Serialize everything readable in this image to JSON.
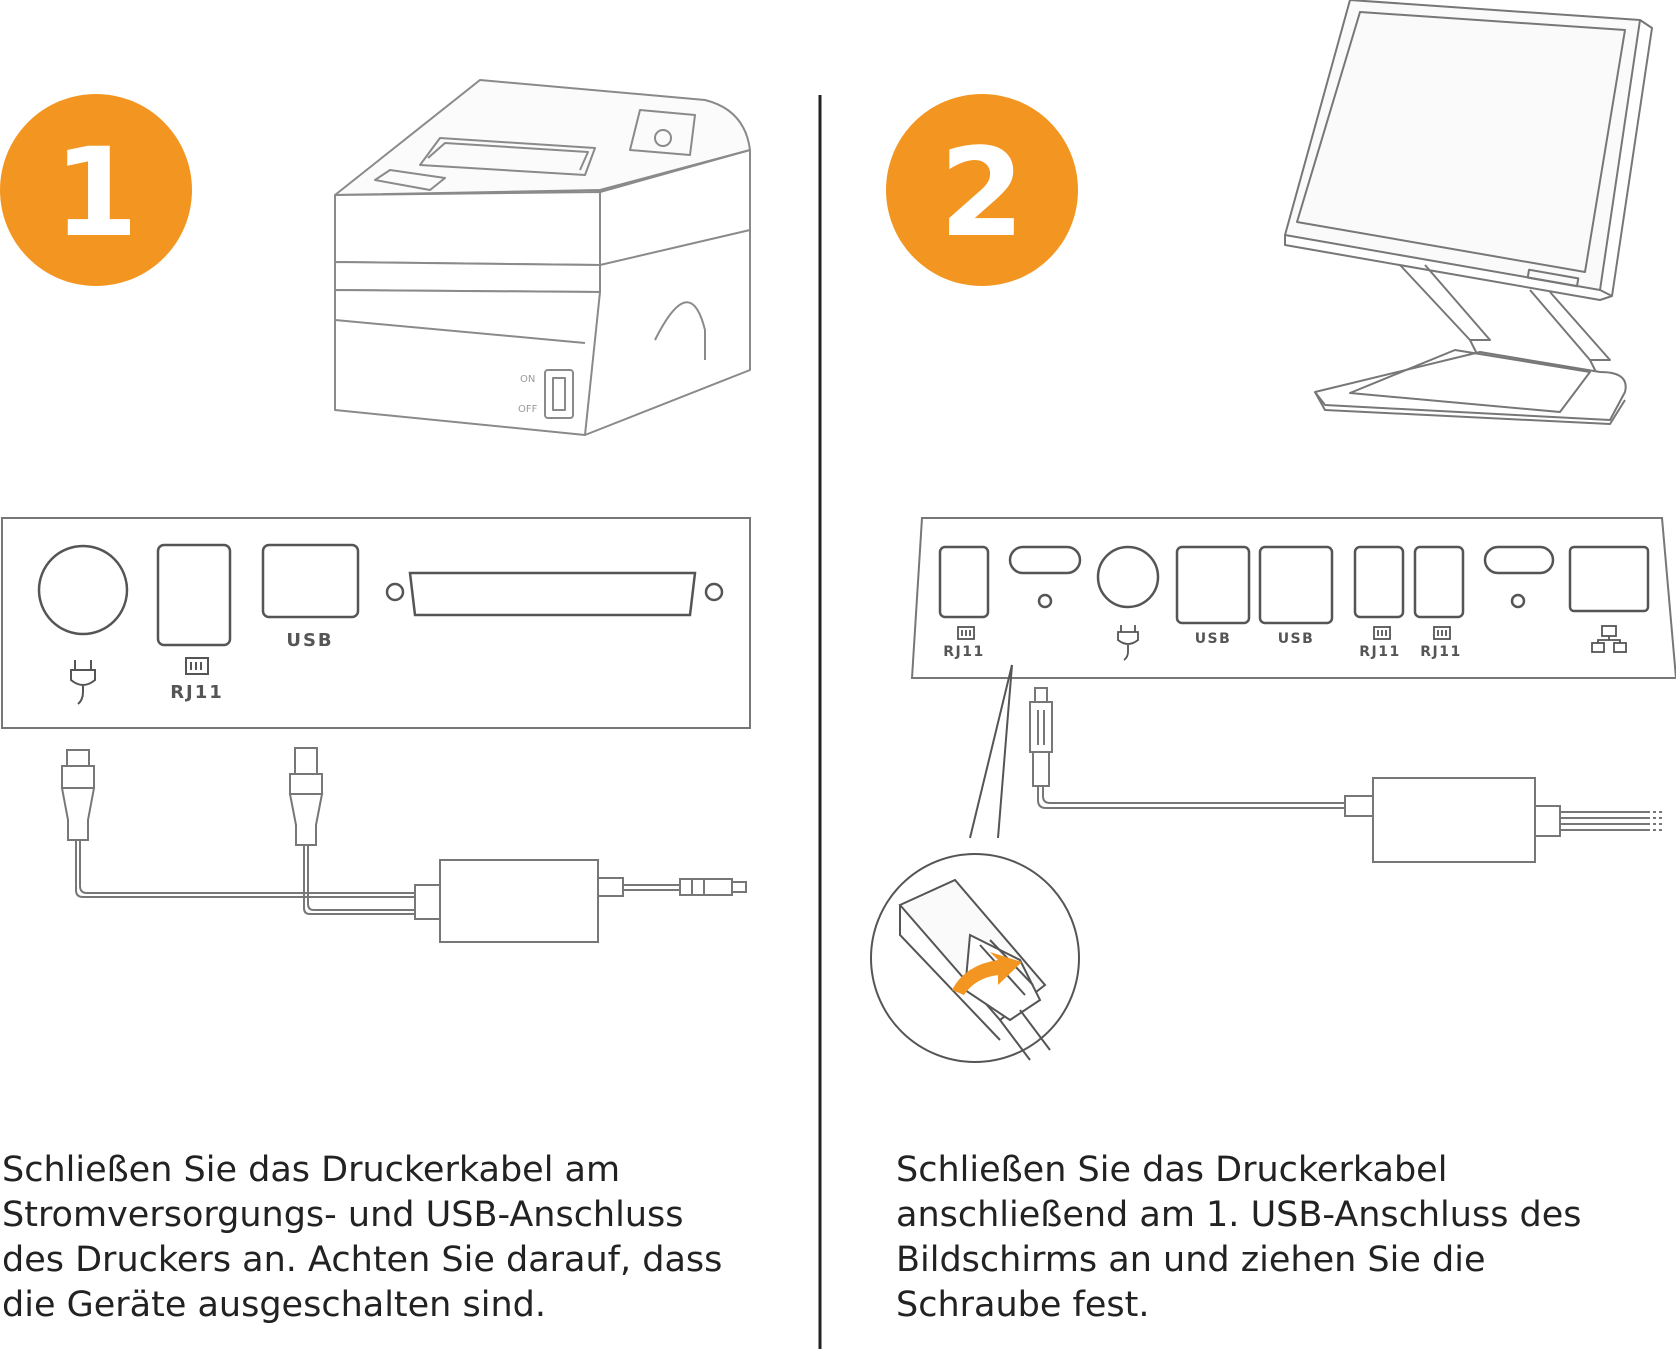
{
  "step1": {
    "number": "1",
    "ports": {
      "usb": "USB",
      "rj11": "RJ11"
    },
    "switch": {
      "on": "ON",
      "off": "OFF"
    },
    "text": [
      "Schließen Sie das Druckerkabel am",
      "Stromversorgungs- und USB-Anschluss",
      "des Druckers an. Achten Sie darauf, dass",
      "die Geräte ausgeschalten sind."
    ]
  },
  "step2": {
    "number": "2",
    "ports": {
      "usb1": "USB",
      "usb2": "USB",
      "rj11_a": "RJ11",
      "rj11_b": "RJ11",
      "rj11_c": "RJ11"
    },
    "text": [
      "Schließen Sie das Druckerkabel",
      "anschließend am 1. USB-Anschluss des",
      "Bildschirms an und ziehen Sie die",
      "Schraube fest."
    ]
  },
  "colors": {
    "accent": "#F39621",
    "line": "#555555",
    "text": "#222222"
  }
}
